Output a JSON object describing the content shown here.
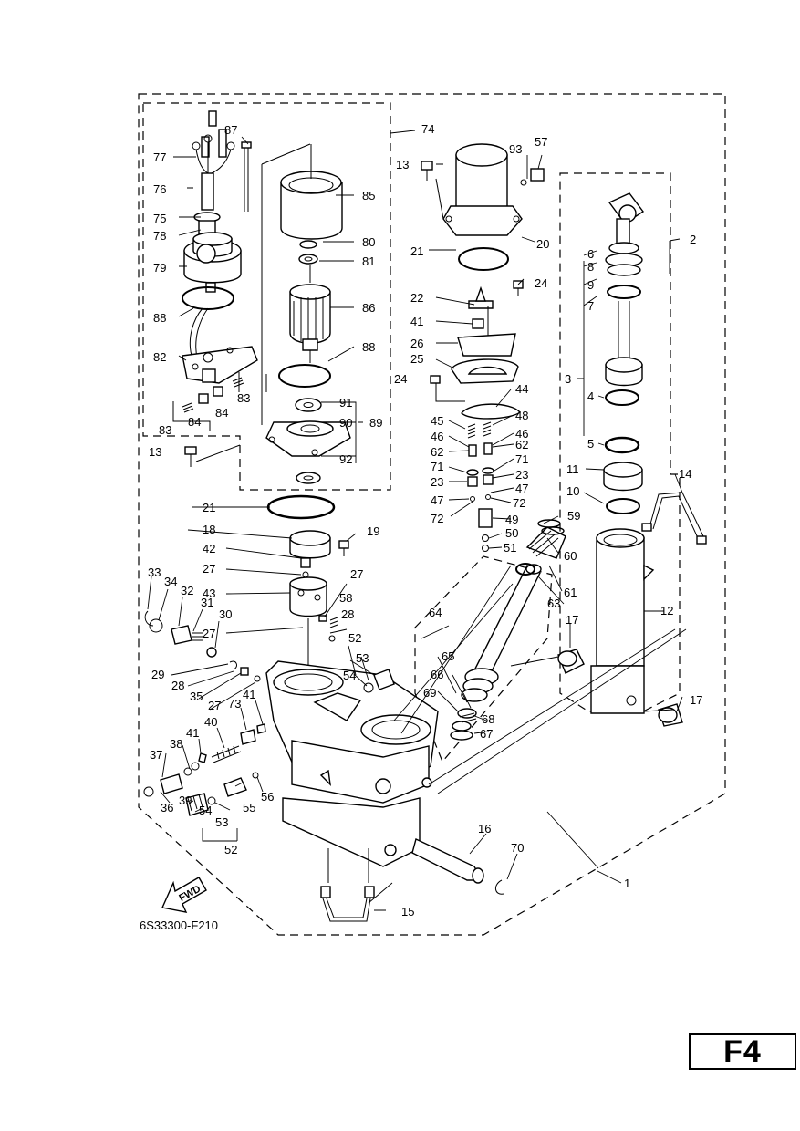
{
  "diagram": {
    "drawing_code": "6S33300-F210",
    "direction_label": "FWD",
    "page_tag": "F4",
    "callouts": {
      "c1": "1",
      "c2": "2",
      "c3": "3",
      "c4": "4",
      "c5": "5",
      "c6": "6",
      "c7": "7",
      "c8": "8",
      "c9": "9",
      "c10": "10",
      "c11": "11",
      "c12": "12",
      "c13a": "13",
      "c13b": "13",
      "c14": "14",
      "c15": "15",
      "c16": "16",
      "c17a": "17",
      "c17b": "17",
      "c18": "18",
      "c19": "19",
      "c20": "20",
      "c21a": "21",
      "c21b": "21",
      "c22": "22",
      "c23a": "23",
      "c23b": "23",
      "c24a": "24",
      "c24b": "24",
      "c25": "25",
      "c26": "26",
      "c27a": "27",
      "c27b": "27",
      "c27c": "27",
      "c27d": "27",
      "c28a": "28",
      "c28b": "28",
      "c29": "29",
      "c30": "30",
      "c31": "31",
      "c32": "32",
      "c33": "33",
      "c34": "34",
      "c35": "35",
      "c36": "36",
      "c37": "37",
      "c38": "38",
      "c39": "39",
      "c40": "40",
      "c41a": "41",
      "c41b": "41",
      "c41c": "41",
      "c42": "42",
      "c43": "43",
      "c44": "44",
      "c45": "45",
      "c46a": "46",
      "c46b": "46",
      "c47a": "47",
      "c47b": "47",
      "c48": "48",
      "c49": "49",
      "c50": "50",
      "c51": "51",
      "c52a": "52",
      "c52b": "52",
      "c53a": "53",
      "c53b": "53",
      "c54a": "54",
      "c54b": "54",
      "c55": "55",
      "c56": "56",
      "c57": "57",
      "c58": "58",
      "c59": "59",
      "c60": "60",
      "c61": "61",
      "c62a": "62",
      "c62b": "62",
      "c63": "63",
      "c64": "64",
      "c65": "65",
      "c66": "66",
      "c67": "67",
      "c68": "68",
      "c69": "69",
      "c70": "70",
      "c71a": "71",
      "c71b": "71",
      "c72a": "72",
      "c72b": "72",
      "c73": "73",
      "c74": "74",
      "c75": "75",
      "c76": "76",
      "c77": "77",
      "c78": "78",
      "c79": "79",
      "c80": "80",
      "c81": "81",
      "c82": "82",
      "c83a": "83",
      "c83b": "83",
      "c84a": "84",
      "c84b": "84",
      "c85": "85",
      "c86": "86",
      "c87": "87",
      "c88a": "88",
      "c88b": "88",
      "c89": "89",
      "c90": "90",
      "c91": "91",
      "c92": "92",
      "c93": "93"
    }
  }
}
